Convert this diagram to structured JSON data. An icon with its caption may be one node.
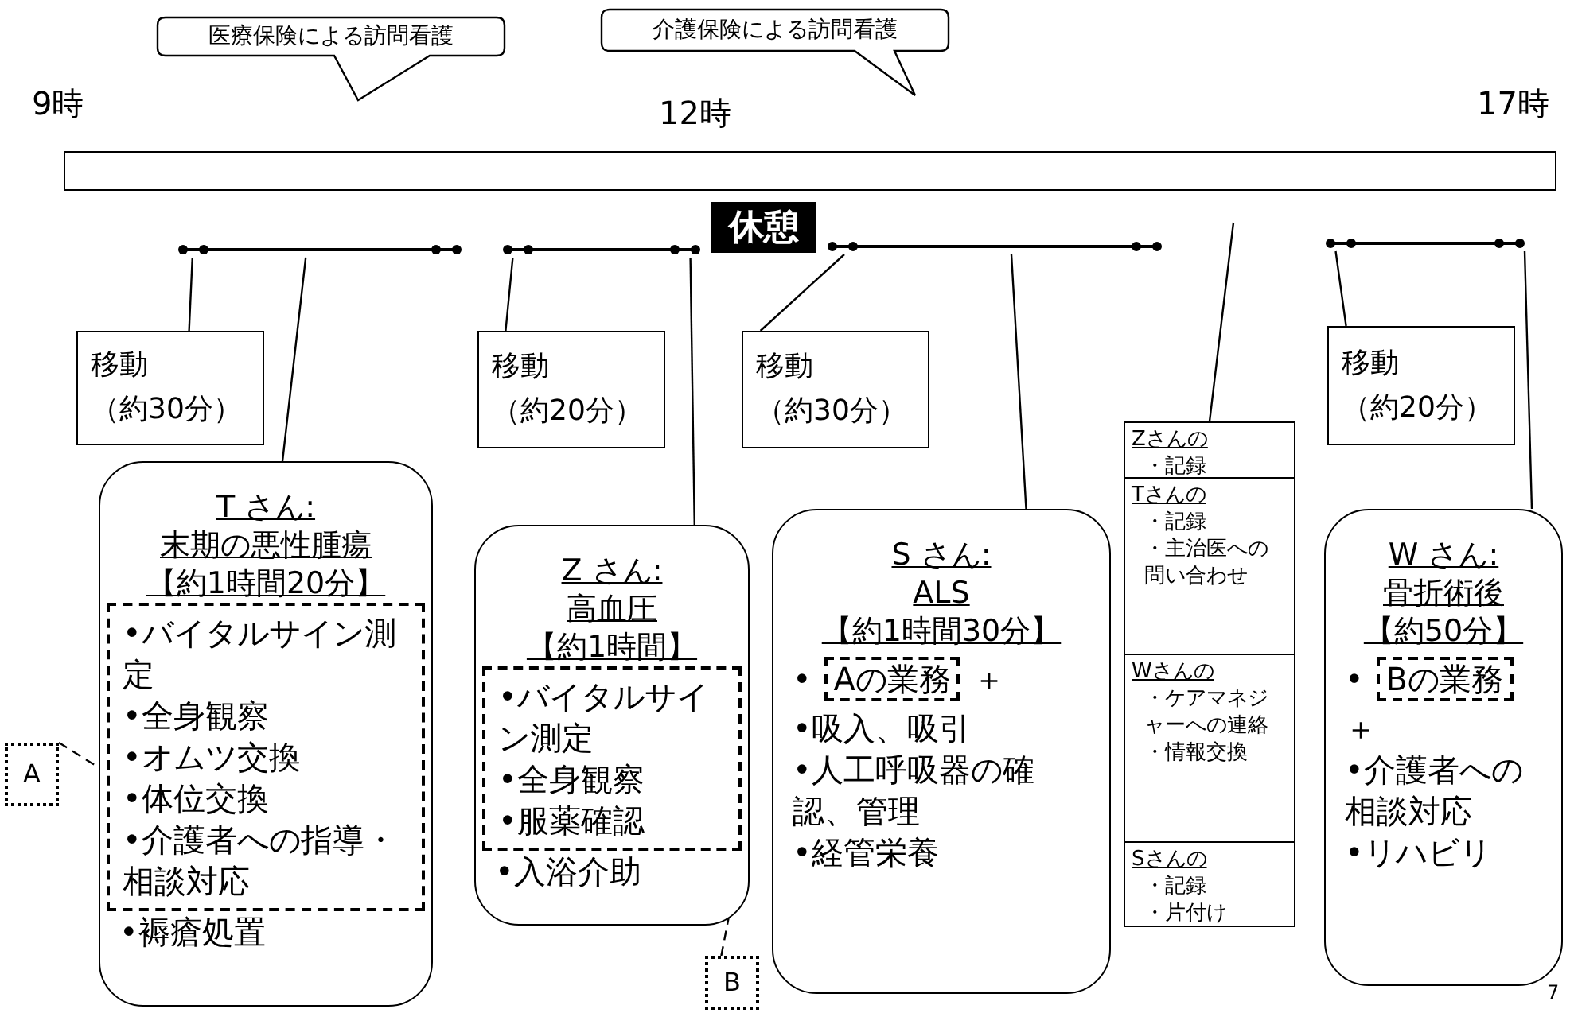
{
  "diagram": {
    "nodes": [
      {
        "text": [
          "医療保険による訪問看護"
        ]
      },
      {
        "text": [
          "介護保険による訪問看護"
        ]
      },
      {
        "text": [
          "休憩"
        ]
      },
      {
        "text": [],
        "shape": "bar"
      },
      {
        "text": [],
        "shape": "bar"
      },
      {
        "text": [],
        "shape": "bar"
      },
      {
        "text": [],
        "shape": "bar"
      },
      {
        "text": [
          "移動",
          "（約30分）"
        ]
      },
      {
        "text": [
          "移動",
          "（約20分）"
        ]
      },
      {
        "text": [
          "移動",
          "（約30分）"
        ]
      },
      {
        "text": [
          "移動",
          "（約20分）"
        ]
      },
      {
        "text": [
          "T さん:",
          "末期の悪性腫瘍",
          "【約1時間20分】",
          "•褥瘡処置"
        ]
      },
      {
        "text": [
          "•バイタルサイン測定",
          "•全身観察",
          "•オムツ交換",
          "•体位交換",
          "•介護者への指導・相談対応"
        ],
        "in": 11
      },
      {
        "text": [
          "A"
        ]
      },
      {
        "text": [
          "Z さん:",
          "高血圧",
          "【約1時間】",
          "•入浴介助"
        ]
      },
      {
        "text": [
          "•バイタルサイン測定",
          "•全身観察",
          "•服薬確認"
        ],
        "in": 14
      },
      {
        "text": [
          "B"
        ]
      },
      {
        "text": [
          "S さん:",
          "ALS",
          "【約1時間30分】",
          "•",
          "＋",
          "•吸入、吸引",
          "•人工呼吸器の確認、管理",
          "•経管栄養"
        ]
      },
      {
        "text": [
          "Aの業務"
        ],
        "in": 17
      },
      {
        "text": [
          "Zさんの",
          "・記録"
        ]
      },
      {
        "text": [
          "Tさんの",
          "・記録",
          "・主治医への問い合わせ"
        ]
      },
      {
        "text": [
          "Wさんの",
          "・ケアマネジャーへの連絡",
          "・情報交換"
        ]
      },
      {
        "text": [
          "Sさんの",
          "・記録",
          "・片付け"
        ]
      },
      {
        "text": [
          "W さん:",
          "骨折術後",
          "【約50分】",
          "•",
          "＋",
          "•介護者への相談対応",
          "•リハビリ"
        ]
      },
      {
        "text": [
          "Bの業務"
        ],
        "in": 23
      },
      {
        "text": [],
        "shape": "bar"
      }
    ],
    "edges": [
      {
        "from": 7,
        "to": 3,
        "arrow": "none"
      },
      {
        "from": 11,
        "to": 3,
        "arrow": "none"
      },
      {
        "from": 8,
        "to": 4,
        "arrow": "none"
      },
      {
        "from": 14,
        "to": 4,
        "arrow": "none"
      },
      {
        "from": 9,
        "to": 5,
        "arrow": "none"
      },
      {
        "from": 17,
        "to": 5,
        "arrow": "none"
      },
      {
        "from": 10,
        "to": 6,
        "arrow": "none"
      },
      {
        "from": 23,
        "to": 6,
        "arrow": "none"
      },
      {
        "from": 19,
        "to": null,
        "arrow": "none"
      },
      {
        "from": 13,
        "to": 12,
        "arrow": "none",
        "style": "dashed"
      },
      {
        "from": 16,
        "to": 15,
        "arrow": "none",
        "style": "dashed"
      }
    ],
    "labels": [
      "9時",
      "12時",
      "17時",
      "7"
    ]
  }
}
